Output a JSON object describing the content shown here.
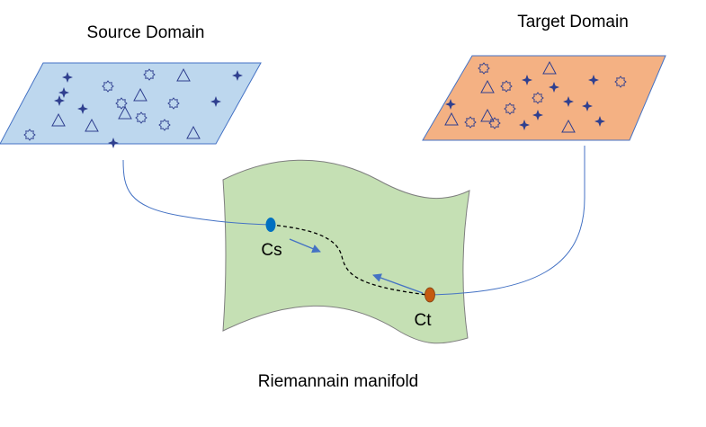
{
  "labels": {
    "source_domain": "Source Domain",
    "target_domain": "Target Domain",
    "manifold": "Riemannain manifold",
    "cs": "Cs",
    "ct": "Ct"
  },
  "colors": {
    "source_fill": "#bdd7ee",
    "source_stroke": "#4472c4",
    "target_fill": "#f4b183",
    "target_stroke": "#4472c4",
    "manifold_fill": "#c5e0b4",
    "manifold_stroke": "#7f7f7f",
    "connector": "#4472c4",
    "cs_point": "#0070c0",
    "ct_point": "#c55a11",
    "marker": "#2f3f8f"
  },
  "icons": {
    "star": "four-point-star-icon",
    "circle": "gear-circle-icon",
    "triangle": "triangle-icon"
  }
}
